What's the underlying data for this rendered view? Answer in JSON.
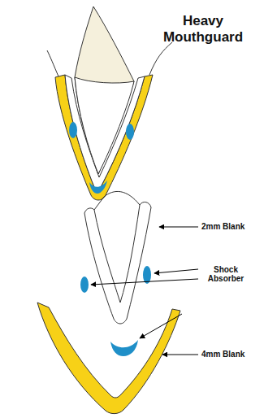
{
  "diagram": {
    "title": "Heavy Mouthguard",
    "labels": [
      "2mm Blank",
      "Shock Absorber",
      "4mm Blank"
    ]
  }
}
